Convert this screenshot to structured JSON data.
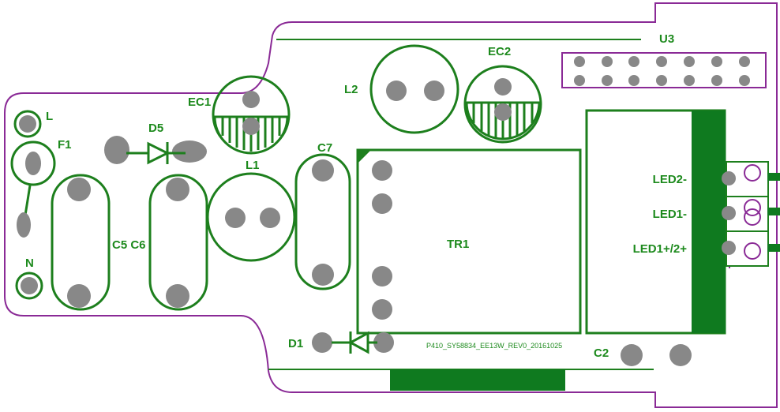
{
  "board": {
    "id_text": "P410_SY58834_EE13W_REV0_20161025",
    "colors": {
      "silkscreen": "#1d8a1d",
      "outline": "#8a2a96",
      "pad": "#888888"
    }
  },
  "labels": {
    "L": "L",
    "N": "N",
    "F1": "F1",
    "D5": "D5",
    "EC1": "EC1",
    "L1": "L1",
    "C5C6": "C5 C6",
    "C7": "C7",
    "L2": "L2",
    "EC2": "EC2",
    "U3": "U3",
    "TR1": "TR1",
    "D1": "D1",
    "C2": "C2"
  },
  "connector": {
    "pins": [
      "LED2-",
      "LED1-",
      "LED1+/2+"
    ]
  }
}
